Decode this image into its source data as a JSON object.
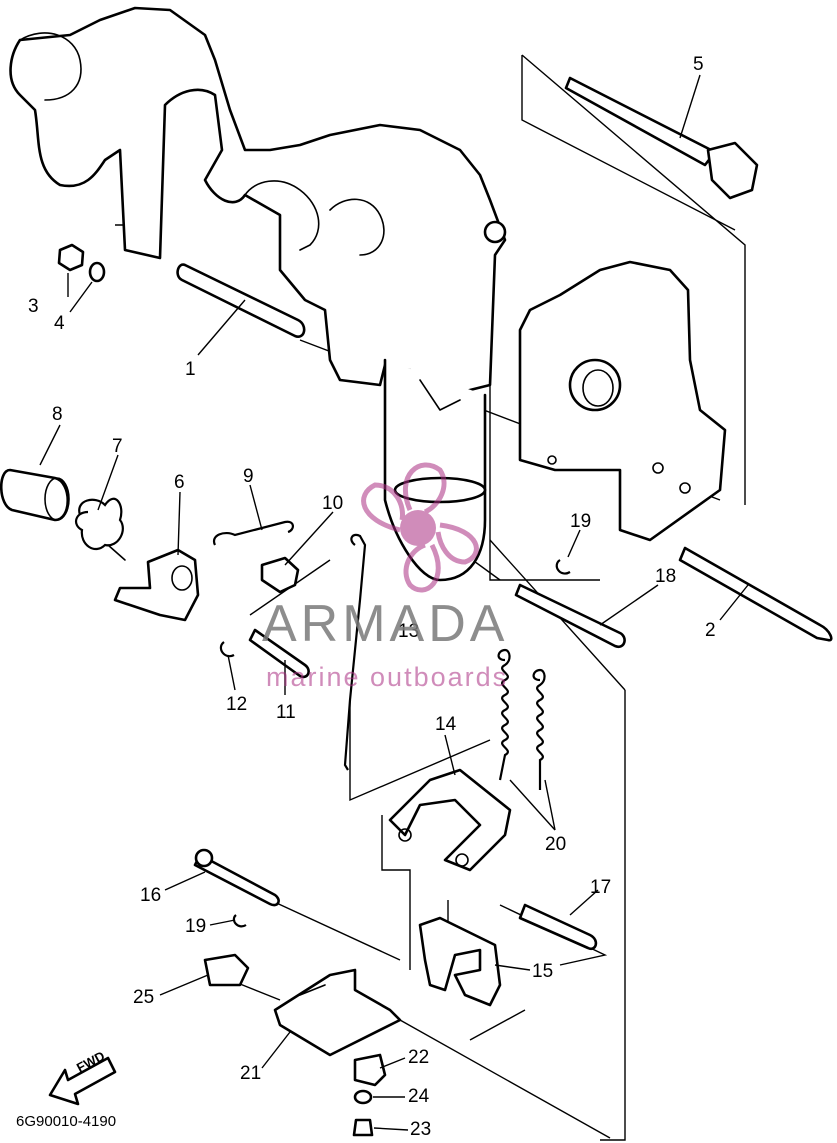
{
  "diagram": {
    "drawing_code": "6G90010-4190",
    "fwd_label": "FWD",
    "watermark": {
      "brand": "ARMADA",
      "tagline": "marine outboards",
      "accent": "#ab2f83",
      "icon": "propeller-icon"
    },
    "callouts": [
      "1",
      "2",
      "3",
      "4",
      "5",
      "6",
      "7",
      "8",
      "9",
      "10",
      "11",
      "12",
      "13",
      "14",
      "15",
      "16",
      "17",
      "18",
      "19",
      "19",
      "20",
      "21",
      "22",
      "23",
      "24",
      "25"
    ]
  }
}
